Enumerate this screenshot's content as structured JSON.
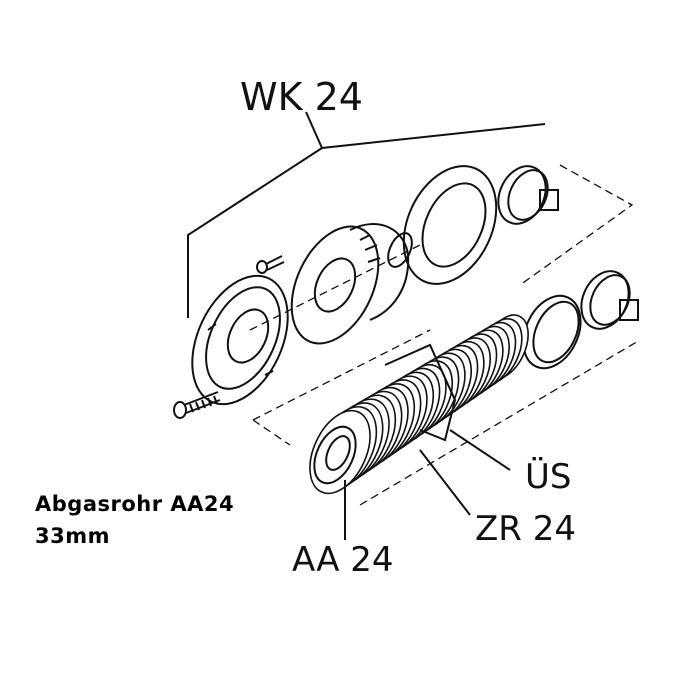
{
  "labels": {
    "wk": "WK 24",
    "us": "ÜS",
    "zr": "ZR 24",
    "aa": "AA 24"
  },
  "caption": {
    "line1": "Abgasrohr AA24",
    "line2": "33mm"
  }
}
